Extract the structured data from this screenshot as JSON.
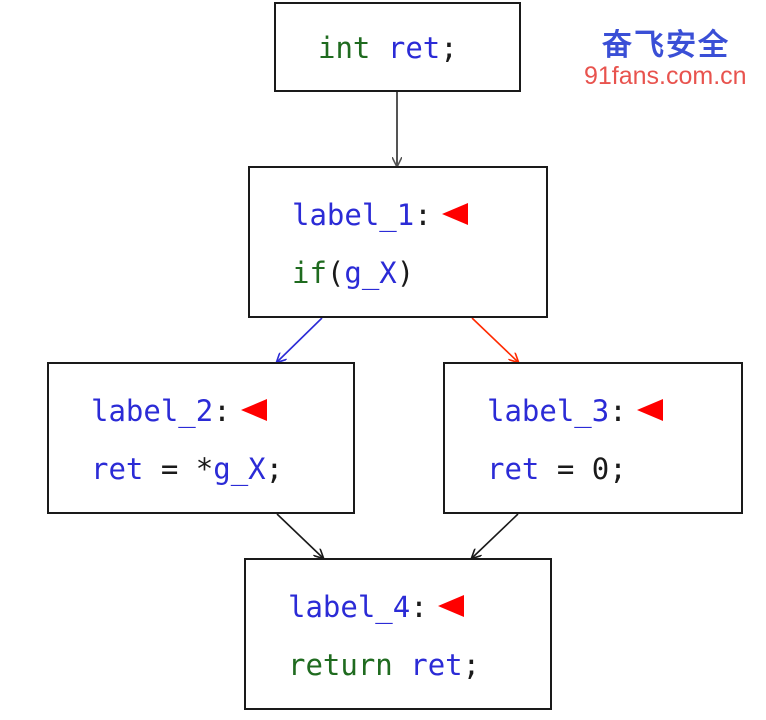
{
  "blocks": {
    "entry": {
      "l1_type": "int",
      "l1_var": "ret",
      "l1_end": ";"
    },
    "label1": {
      "label": "label_1",
      "colon": ":",
      "kw": "if",
      "open": "(",
      "arg": "g_X",
      "close": ")"
    },
    "label2": {
      "label": "label_2",
      "colon": ":",
      "var": "ret",
      "eq": " = ",
      "star": "*",
      "arg": "g_X",
      "end": ";"
    },
    "label3": {
      "label": "label_3",
      "colon": ":",
      "var": "ret",
      "eq": " = ",
      "val": "0",
      "end": ";"
    },
    "label4": {
      "label": "label_4",
      "colon": ":",
      "kw": "return",
      "var": "ret",
      "end": ";"
    }
  },
  "edges": [
    {
      "from": "entry",
      "to": "label1",
      "color": "#555555"
    },
    {
      "from": "label1",
      "to": "label2",
      "color": "#2b2bd6"
    },
    {
      "from": "label1",
      "to": "label3",
      "color": "#ff2a00"
    },
    {
      "from": "label2",
      "to": "label4",
      "color": "#1a1a1a"
    },
    {
      "from": "label3",
      "to": "label4",
      "color": "#1a1a1a"
    }
  ],
  "colors": {
    "keyword": "#1f6b1f",
    "identifier": "#2b2bd6",
    "marker": "#ff0000"
  },
  "watermark": {
    "title": "奋飞安全",
    "url": "91fans.com.cn"
  }
}
